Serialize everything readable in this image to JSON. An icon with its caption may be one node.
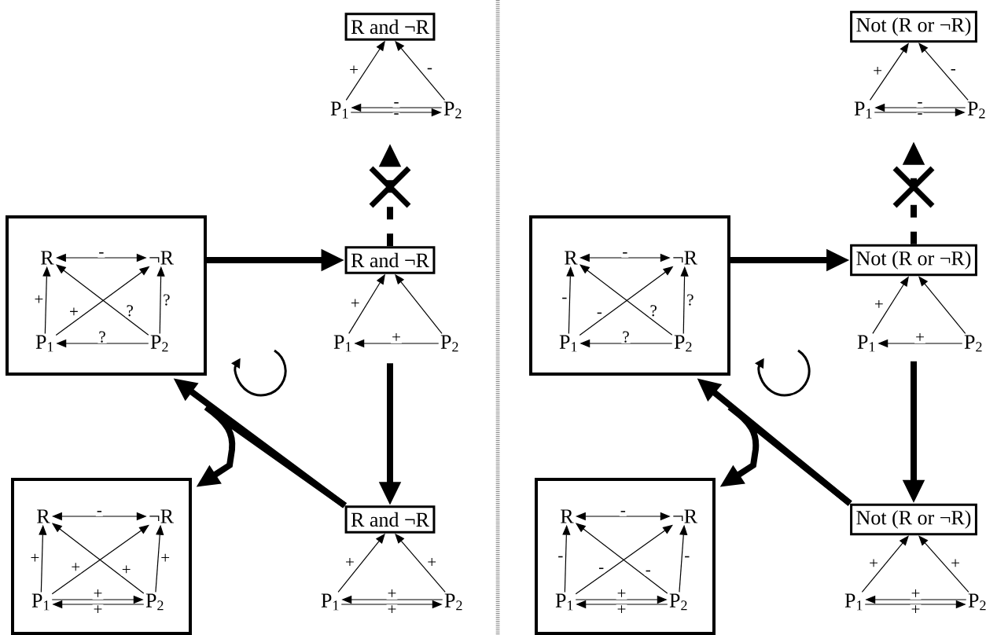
{
  "diagram": {
    "nodes": [
      {
        "text": [
          "R and ¬R"
        ]
      },
      {
        "text": [
          "P$_{1}$"
        ]
      },
      {
        "text": [
          "P$_{2}$"
        ]
      },
      {
        "text": [],
        "shape": "box"
      },
      {
        "text": [
          "R"
        ],
        "in": 3
      },
      {
        "text": [
          "¬R"
        ],
        "in": 3
      },
      {
        "text": [
          "P$_{1}$"
        ],
        "in": 3
      },
      {
        "text": [
          "P$_{2}$"
        ],
        "in": 3
      },
      {
        "text": [
          "R and ¬R"
        ]
      },
      {
        "text": [
          "P$_{1}$"
        ]
      },
      {
        "text": [
          "P$_{2}$"
        ]
      },
      {
        "text": [],
        "shape": "box"
      },
      {
        "text": [
          "R"
        ],
        "in": 11
      },
      {
        "text": [
          "¬R"
        ],
        "in": 11
      },
      {
        "text": [
          "P$_{1}$"
        ],
        "in": 11
      },
      {
        "text": [
          "P$_{2}$"
        ],
        "in": 11
      },
      {
        "text": [
          "R and ¬R"
        ]
      },
      {
        "text": [
          "P$_{1}$"
        ]
      },
      {
        "text": [
          "P$_{2}$"
        ]
      },
      {
        "text": [
          "Not (R or ¬R)"
        ]
      },
      {
        "text": [
          "P$_{1}$"
        ]
      },
      {
        "text": [
          "P$_{2}$"
        ]
      },
      {
        "text": [],
        "shape": "box"
      },
      {
        "text": [
          "R"
        ],
        "in": 22
      },
      {
        "text": [
          "¬R"
        ],
        "in": 22
      },
      {
        "text": [
          "P$_{1}$"
        ],
        "in": 22
      },
      {
        "text": [
          "P$_{2}$"
        ],
        "in": 22
      },
      {
        "text": [
          "Not (R or ¬R)"
        ]
      },
      {
        "text": [
          "P$_{1}$"
        ]
      },
      {
        "text": [
          "P$_{2}$"
        ]
      },
      {
        "text": [],
        "shape": "box"
      },
      {
        "text": [
          "R"
        ],
        "in": 30
      },
      {
        "text": [
          "¬R"
        ],
        "in": 30
      },
      {
        "text": [
          "P$_{1}$"
        ],
        "in": 30
      },
      {
        "text": [
          "P$_{2}$"
        ],
        "in": 30
      },
      {
        "text": [
          "Not (R or ¬R)"
        ]
      },
      {
        "text": [
          "P$_{1}$"
        ]
      },
      {
        "text": [
          "P$_{2}$"
        ]
      }
    ],
    "edges": [
      {
        "from": 1,
        "to": 0,
        "arrow": "to",
        "label": "+"
      },
      {
        "from": 2,
        "to": 0,
        "arrow": "to",
        "label": "-"
      },
      {
        "from": 2,
        "to": 1,
        "arrow": "to",
        "label": "-"
      },
      {
        "from": 1,
        "to": 2,
        "arrow": "to",
        "label": "-"
      },
      {
        "from": 8,
        "to": null,
        "arrow": "to",
        "style": "thick"
      },
      {
        "from": 4,
        "to": 5,
        "arrow": "both",
        "label": "-"
      },
      {
        "from": 6,
        "to": 4,
        "arrow": "to",
        "label": "+"
      },
      {
        "from": 6,
        "to": 5,
        "arrow": "to",
        "label": "+"
      },
      {
        "from": 7,
        "to": 4,
        "arrow": "to",
        "label": "?"
      },
      {
        "from": 7,
        "to": 5,
        "arrow": "to",
        "label": "?"
      },
      {
        "from": 7,
        "to": 6,
        "arrow": "to",
        "label": "?"
      },
      {
        "from": 3,
        "to": 8,
        "arrow": "to",
        "style": "thick"
      },
      {
        "from": 9,
        "to": 8,
        "arrow": "to",
        "label": "+"
      },
      {
        "from": 10,
        "to": 8,
        "arrow": "to"
      },
      {
        "from": 10,
        "to": 9,
        "arrow": "to",
        "label": "+"
      },
      {
        "from": null,
        "to": 16,
        "arrow": "to",
        "style": "thick"
      },
      {
        "from": 16,
        "to": 3,
        "arrow": "to",
        "style": "thick"
      },
      {
        "from": 16,
        "to": 11,
        "arrow": "to",
        "style": "thick"
      },
      {
        "from": 12,
        "to": 13,
        "arrow": "both",
        "label": "-"
      },
      {
        "from": 14,
        "to": 12,
        "arrow": "to",
        "label": "+"
      },
      {
        "from": 14,
        "to": 13,
        "arrow": "to",
        "label": "+"
      },
      {
        "from": 15,
        "to": 12,
        "arrow": "to",
        "label": "+"
      },
      {
        "from": 15,
        "to": 13,
        "arrow": "to",
        "label": "+"
      },
      {
        "from": 14,
        "to": 15,
        "arrow": "to",
        "label": "+"
      },
      {
        "from": 15,
        "to": 14,
        "arrow": "to",
        "label": "+"
      },
      {
        "from": 17,
        "to": 16,
        "arrow": "to",
        "label": "+"
      },
      {
        "from": 18,
        "to": 16,
        "arrow": "to",
        "label": "+"
      },
      {
        "from": 18,
        "to": 17,
        "arrow": "to",
        "label": "+"
      },
      {
        "from": 17,
        "to": 18,
        "arrow": "to",
        "label": "+"
      },
      {
        "from": 20,
        "to": 19,
        "arrow": "to",
        "label": "+"
      },
      {
        "from": 21,
        "to": 19,
        "arrow": "to",
        "label": "-"
      },
      {
        "from": 21,
        "to": 20,
        "arrow": "to",
        "label": "-"
      },
      {
        "from": 20,
        "to": 21,
        "arrow": "to",
        "label": "-"
      },
      {
        "from": 27,
        "to": null,
        "arrow": "to",
        "style": "thick"
      },
      {
        "from": 23,
        "to": 24,
        "arrow": "both",
        "label": "-"
      },
      {
        "from": 25,
        "to": 23,
        "arrow": "to",
        "label": "-"
      },
      {
        "from": 25,
        "to": 24,
        "arrow": "to",
        "label": "-"
      },
      {
        "from": 26,
        "to": 23,
        "arrow": "to",
        "label": "?"
      },
      {
        "from": 26,
        "to": 24,
        "arrow": "to",
        "label": "?"
      },
      {
        "from": 26,
        "to": 25,
        "arrow": "to",
        "label": "?"
      },
      {
        "from": 22,
        "to": 27,
        "arrow": "to",
        "style": "thick"
      },
      {
        "from": 28,
        "to": 27,
        "arrow": "to",
        "label": "+"
      },
      {
        "from": 29,
        "to": 27,
        "arrow": "to"
      },
      {
        "from": 29,
        "to": 28,
        "arrow": "to",
        "label": "+"
      },
      {
        "from": null,
        "to": 35,
        "arrow": "to",
        "style": "thick"
      },
      {
        "from": 35,
        "to": 22,
        "arrow": "to",
        "style": "thick"
      },
      {
        "from": 35,
        "to": 30,
        "arrow": "to",
        "style": "thick"
      },
      {
        "from": 31,
        "to": 32,
        "arrow": "both",
        "label": "-"
      },
      {
        "from": 33,
        "to": 31,
        "arrow": "to",
        "label": "-"
      },
      {
        "from": 33,
        "to": 32,
        "arrow": "to",
        "label": "-"
      },
      {
        "from": 34,
        "to": 31,
        "arrow": "to",
        "label": "-"
      },
      {
        "from": 34,
        "to": 32,
        "arrow": "to",
        "label": "-"
      },
      {
        "from": 33,
        "to": 34,
        "arrow": "to",
        "label": "+"
      },
      {
        "from": 34,
        "to": 33,
        "arrow": "to",
        "label": "+"
      },
      {
        "from": 36,
        "to": 35,
        "arrow": "to",
        "label": "+"
      },
      {
        "from": 37,
        "to": 35,
        "arrow": "to",
        "label": "+"
      },
      {
        "from": 37,
        "to": 36,
        "arrow": "to",
        "label": "+"
      },
      {
        "from": 36,
        "to": 37,
        "arrow": "to",
        "label": "+"
      }
    ]
  }
}
